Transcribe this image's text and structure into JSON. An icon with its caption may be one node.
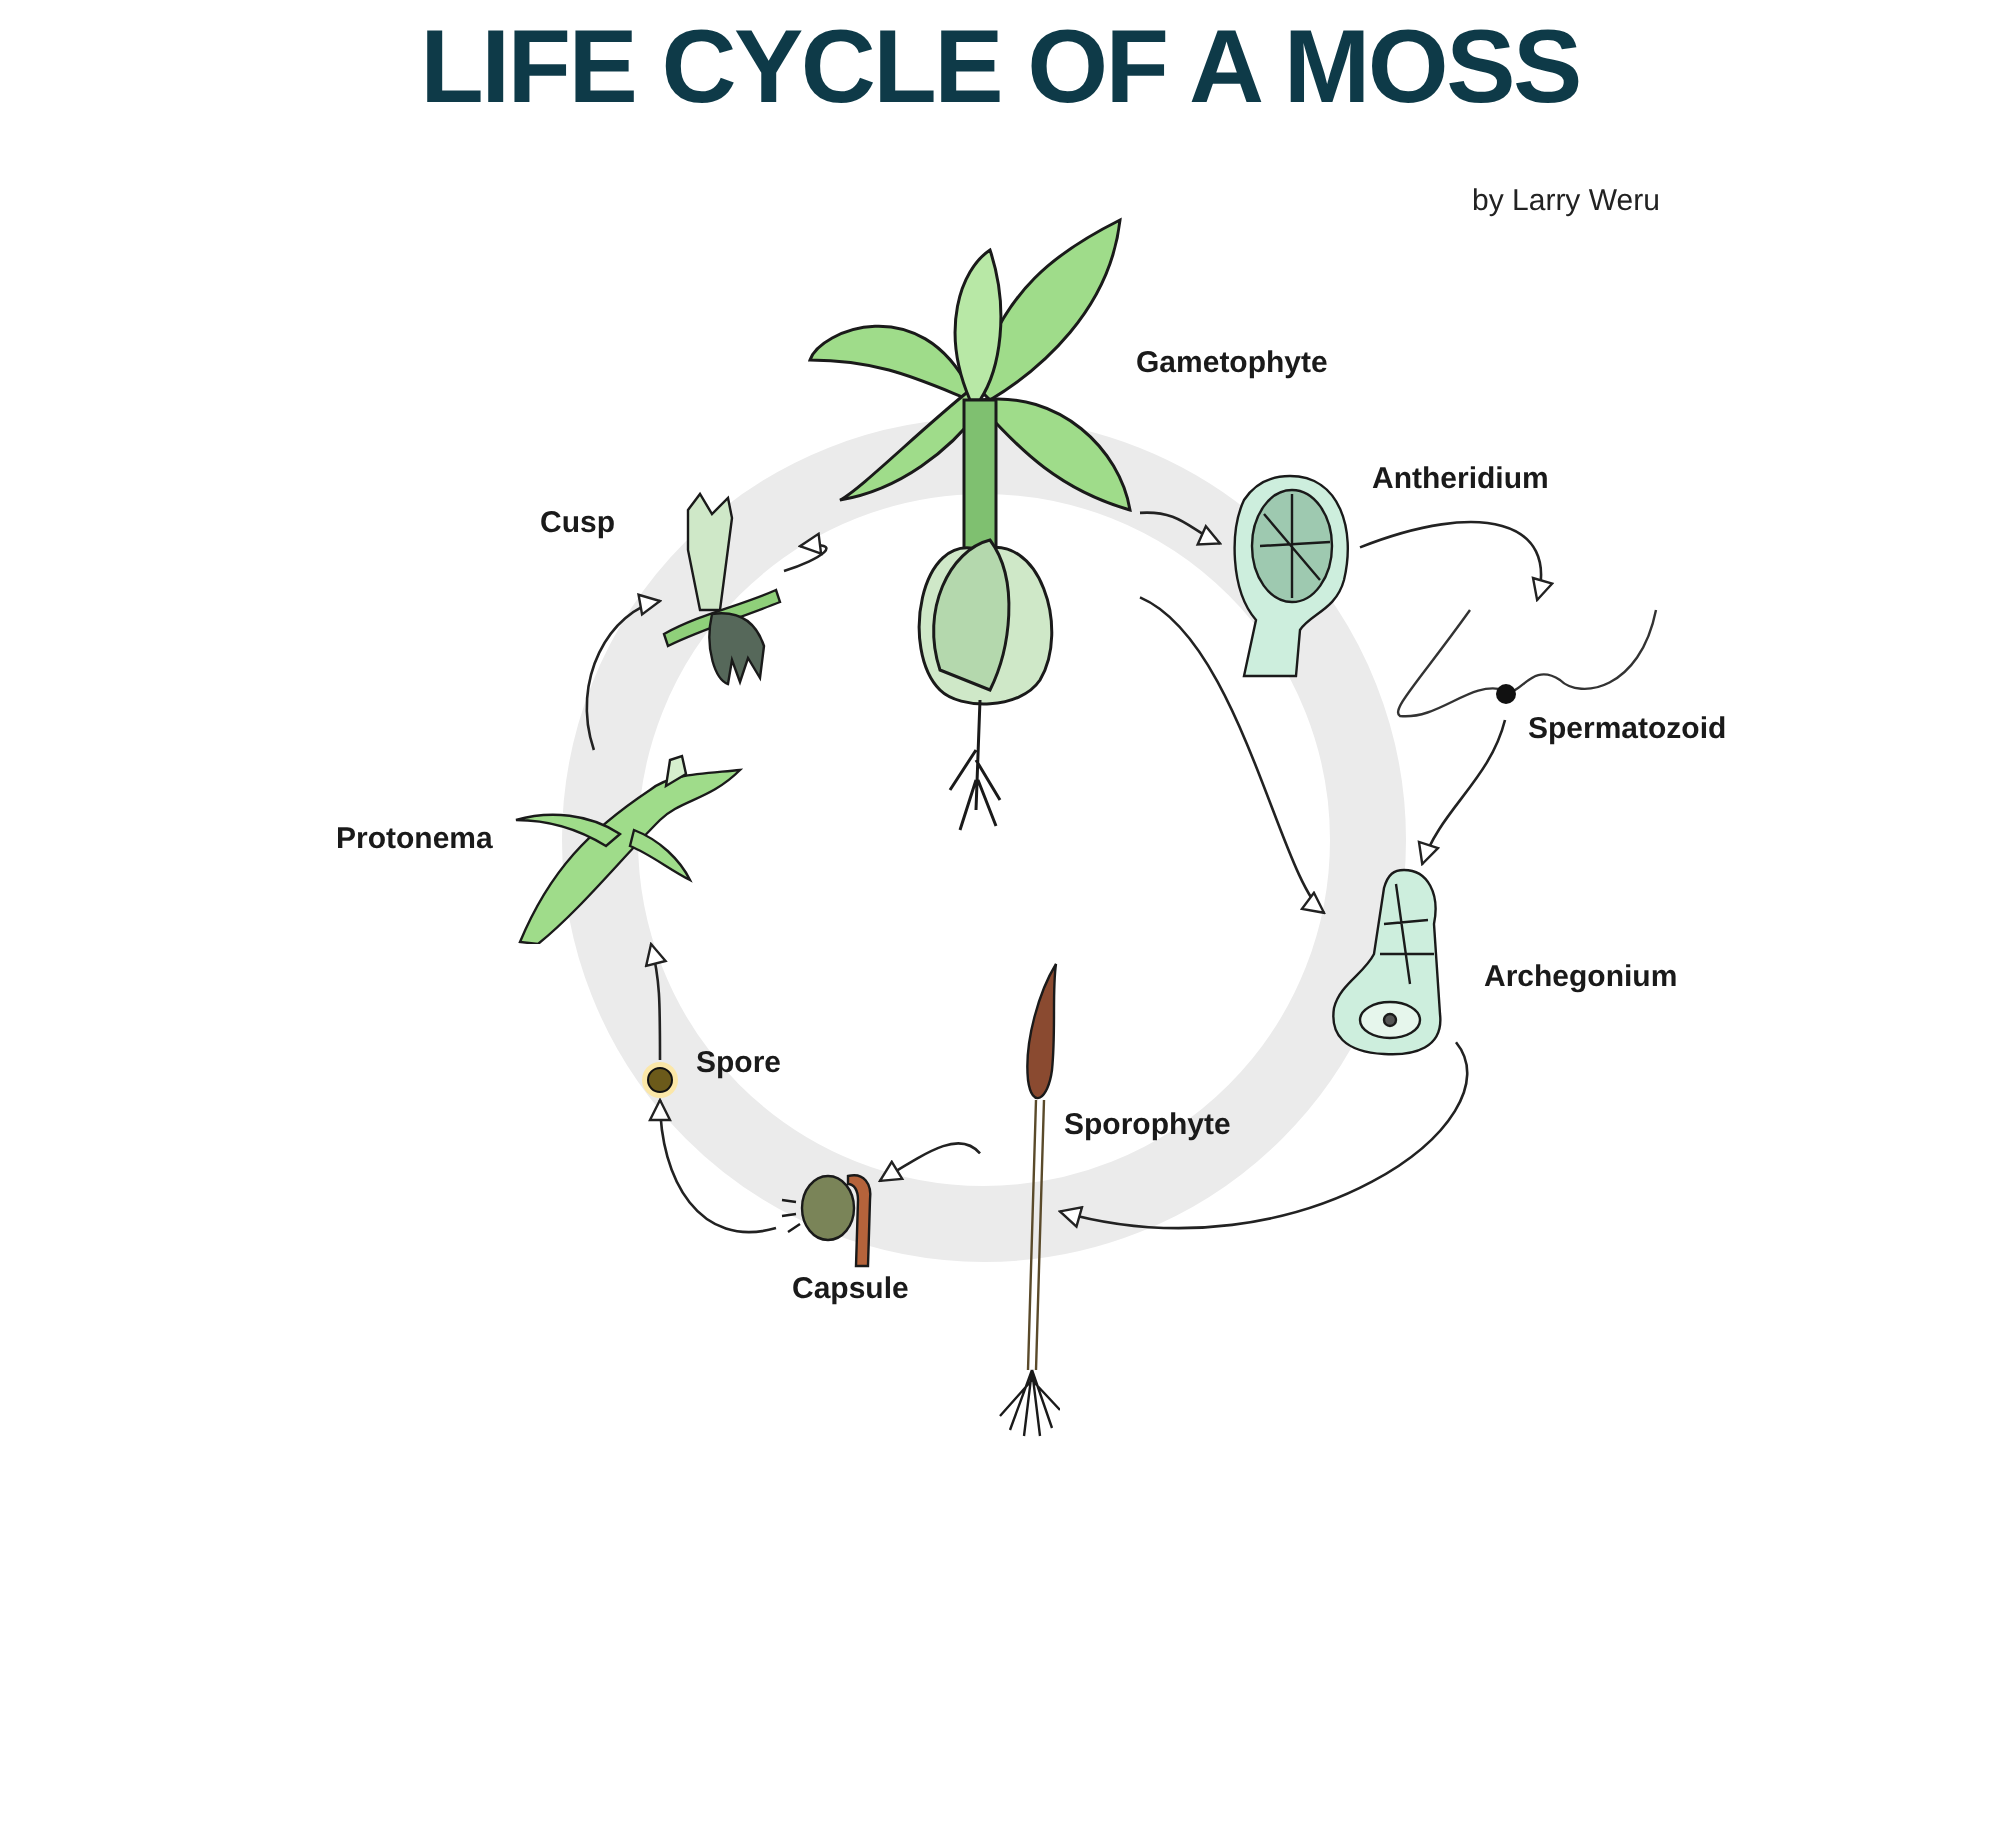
{
  "diagram": {
    "title": "LIFE CYCLE OF A MOSS",
    "nodes": [
      {
        "text": [
          "Gametophyte"
        ]
      },
      {
        "text": [
          "Antheridium"
        ]
      },
      {
        "text": [
          "Spermatozoid"
        ]
      },
      {
        "text": [
          "Archegonium"
        ]
      },
      {
        "text": [
          "Sporophyte"
        ]
      },
      {
        "text": [
          "Capsule"
        ]
      },
      {
        "text": [
          "Spore"
        ]
      },
      {
        "text": [
          "Protonema"
        ]
      },
      {
        "text": [
          "Cusp"
        ]
      }
    ],
    "edges": [
      {
        "from": 8,
        "to": 0,
        "arrow": "to"
      },
      {
        "from": 0,
        "to": 1,
        "arrow": "to"
      },
      {
        "from": 0,
        "to": 3,
        "arrow": "to"
      },
      {
        "from": 1,
        "to": 2,
        "arrow": "to"
      },
      {
        "from": 2,
        "to": 3,
        "arrow": "to"
      },
      {
        "from": 3,
        "to": 4,
        "arrow": "to"
      },
      {
        "from": 4,
        "to": 5,
        "arrow": "to"
      },
      {
        "from": 5,
        "to": 6,
        "arrow": "to"
      },
      {
        "from": 6,
        "to": 7,
        "arrow": "to"
      },
      {
        "from": 7,
        "to": 8,
        "arrow": "to"
      }
    ],
    "labels": [
      "by Larry Weru"
    ]
  }
}
